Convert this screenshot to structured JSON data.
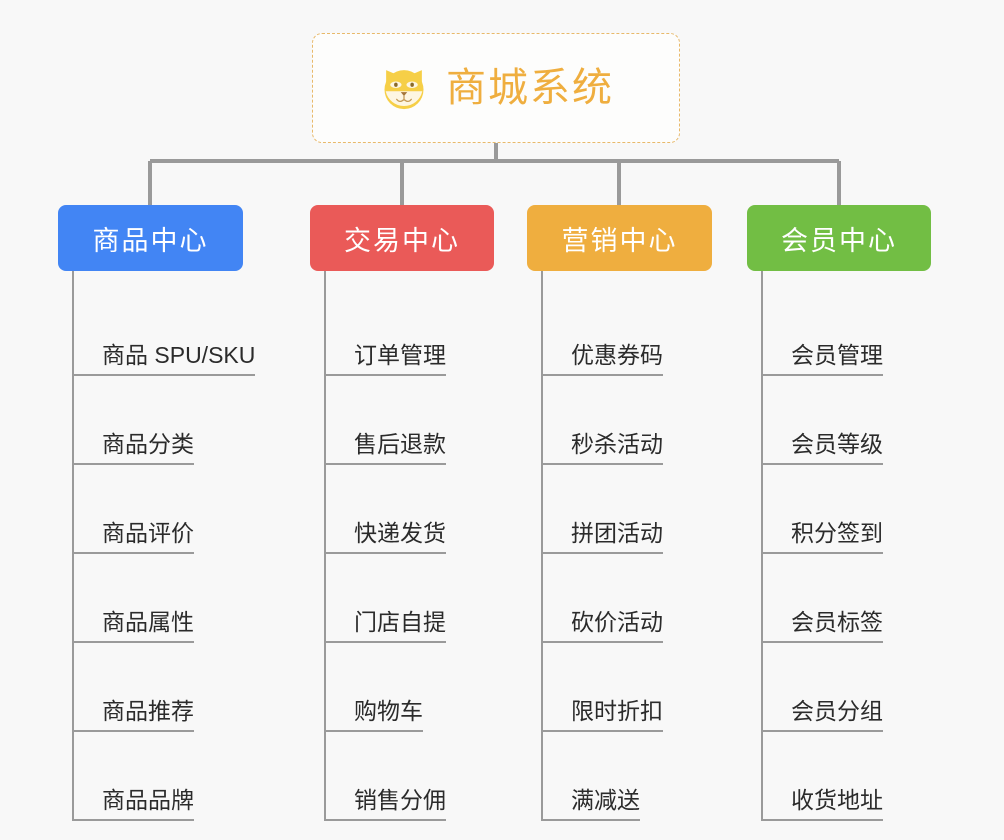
{
  "diagram": {
    "type": "organization-tree",
    "background_color": "#f8f8f8",
    "root": {
      "title": "商城系统",
      "icon": "dog-face-icon",
      "border_color": "#e8b96a",
      "text_color": "#efae3f"
    },
    "branches": [
      {
        "label": "商品中心",
        "color": "#4285f4",
        "items": [
          "商品 SPU/SKU",
          "商品分类",
          "商品评价",
          "商品属性",
          "商品推荐",
          "商品品牌"
        ]
      },
      {
        "label": "交易中心",
        "color": "#ea5a58",
        "items": [
          "订单管理",
          "售后退款",
          "快递发货",
          "门店自提",
          "购物车",
          "销售分佣"
        ]
      },
      {
        "label": "营销中心",
        "color": "#efae3f",
        "items": [
          "优惠券码",
          "秒杀活动",
          "拼团活动",
          "砍价活动",
          "限时折扣",
          "满减送"
        ]
      },
      {
        "label": "会员中心",
        "color": "#72be44",
        "items": [
          "会员管理",
          "会员等级",
          "积分签到",
          "会员标签",
          "会员分组",
          "收货地址"
        ]
      }
    ]
  }
}
